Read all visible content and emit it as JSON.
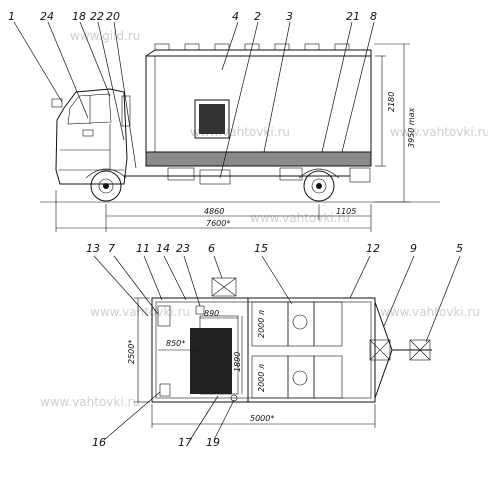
{
  "watermarks": [
    "www.gild.ru",
    "www.vahtovki.ru",
    "www.vahtovki.ru",
    "www.vahtovki.ru",
    "www.vahtovki.ru",
    "www.vahtovki.ru",
    "www.vahtovki.ru"
  ],
  "side_view": {
    "callouts": [
      "1",
      "24",
      "18",
      "22",
      "20",
      "4",
      "2",
      "3",
      "21",
      "8"
    ],
    "dimensions": {
      "body_height": "2180",
      "total_height": "3950 max",
      "wheelbase": "4860",
      "rear_overhang": "1105",
      "total_length": "7600*"
    }
  },
  "plan_view": {
    "callouts": [
      "13",
      "7",
      "11",
      "14",
      "23",
      "6",
      "15",
      "12",
      "9",
      "5",
      "16",
      "17",
      "19"
    ],
    "dimensions": {
      "width": "2500*",
      "aisle": "850*",
      "room_width": "890",
      "room_length": "1890",
      "body_length": "5000*",
      "tank_1": "2000 л",
      "tank_2": "2000 л"
    }
  }
}
